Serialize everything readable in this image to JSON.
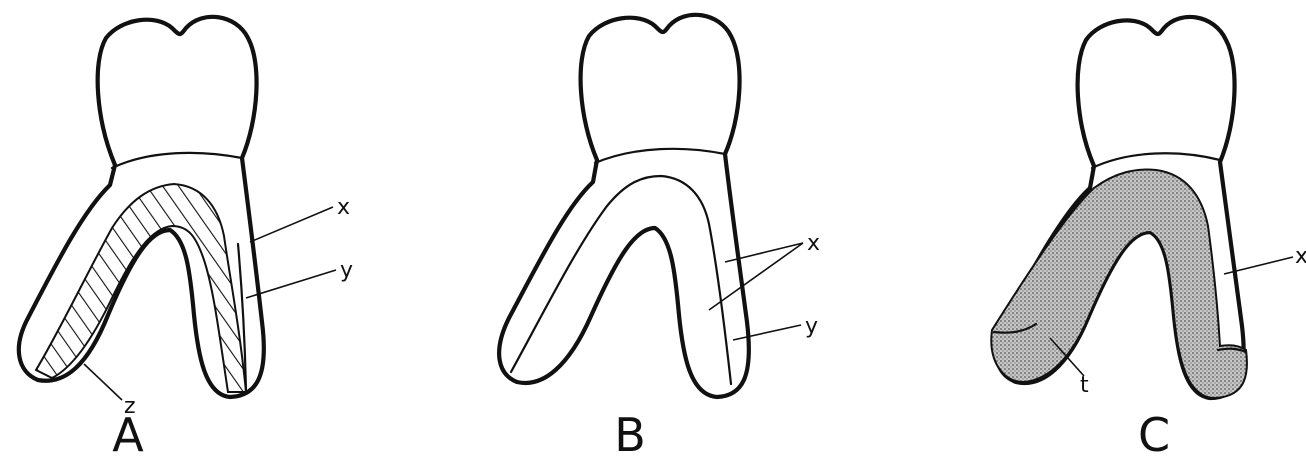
{
  "panels": [
    {
      "id": "A",
      "label": "A",
      "callouts": [
        "x",
        "y",
        "z"
      ]
    },
    {
      "id": "B",
      "label": "B",
      "callouts": [
        "x",
        "y"
      ]
    },
    {
      "id": "C",
      "label": "C",
      "callouts": [
        "x",
        "t"
      ]
    }
  ],
  "colors": {
    "line": "#111111",
    "background": "#ffffff",
    "stipple": "#9a9a9a"
  }
}
